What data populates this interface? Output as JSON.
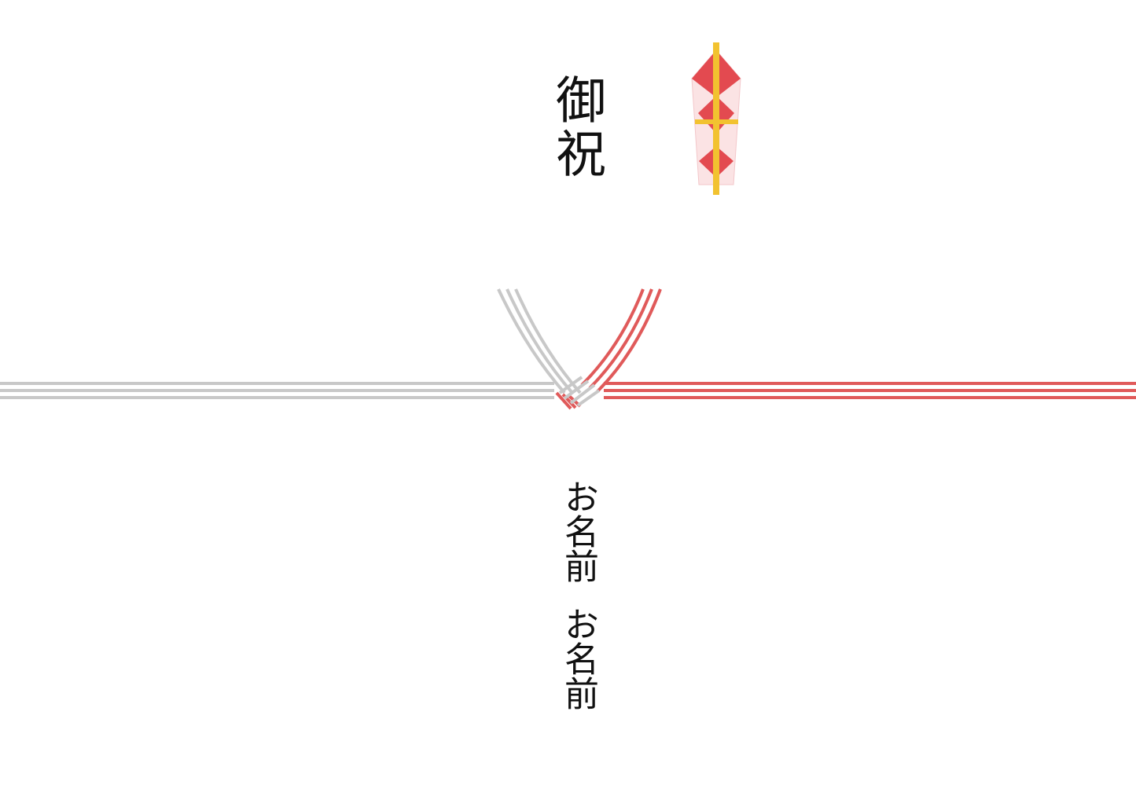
{
  "omote_gaki": "御祝",
  "names": [
    "お名前",
    "お名前"
  ],
  "mizuhiki": {
    "left_color": "#c8c8c8",
    "right_color": "#e05a5a",
    "strand_count": 3
  },
  "noshi": {
    "diamond_color": "#e34a50",
    "wrapper_color": "#fbe3e4",
    "band_color": "#f2c230"
  },
  "colors": {
    "background": "#ffffff",
    "text": "#111111"
  }
}
